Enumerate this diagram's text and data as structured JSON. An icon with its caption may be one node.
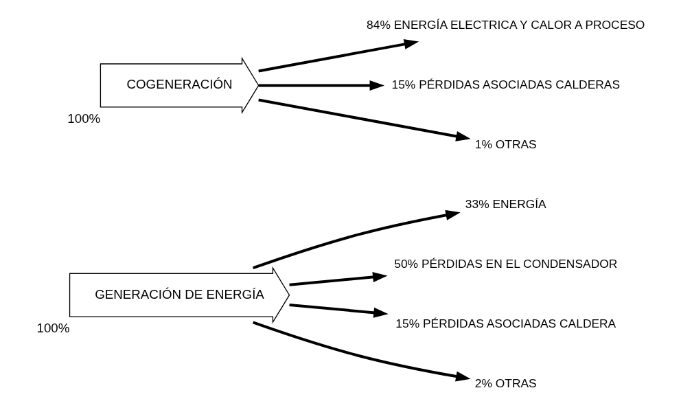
{
  "diagram": {
    "nodes": [
      {
        "text": [
          "GENERACIÓN DE ENERGÍA"
        ],
        "beside": [
          "100%"
        ]
      },
      {
        "text": [
          "33% ENERGÍA"
        ]
      },
      {
        "text": [
          "50% PÉRDIDAS EN EL CONDENSADOR"
        ]
      },
      {
        "text": [
          "15% PÉRDIDAS ASOCIADAS CALDERA"
        ]
      },
      {
        "text": [
          "2% OTRAS"
        ]
      },
      {
        "text": [
          "COGENERACIÓN"
        ],
        "beside": [
          "100%"
        ]
      },
      {
        "text": [
          "84% ENERGÍA ELECTRICA Y CALOR A PROCESO"
        ]
      },
      {
        "text": [
          "15% PÉRDIDAS ASOCIADAS CALDERAS"
        ]
      },
      {
        "text": [
          "1% OTRAS"
        ]
      }
    ],
    "edges": [
      {
        "from": 0,
        "to": 1,
        "arrow": "to"
      },
      {
        "from": 0,
        "to": 2,
        "arrow": "to"
      },
      {
        "from": 0,
        "to": 3,
        "arrow": "to"
      },
      {
        "from": 0,
        "to": 4,
        "arrow": "to"
      },
      {
        "from": 5,
        "to": 6,
        "arrow": "to"
      },
      {
        "from": 5,
        "to": 7,
        "arrow": "to"
      },
      {
        "from": 5,
        "to": 8,
        "arrow": "to"
      }
    ]
  }
}
